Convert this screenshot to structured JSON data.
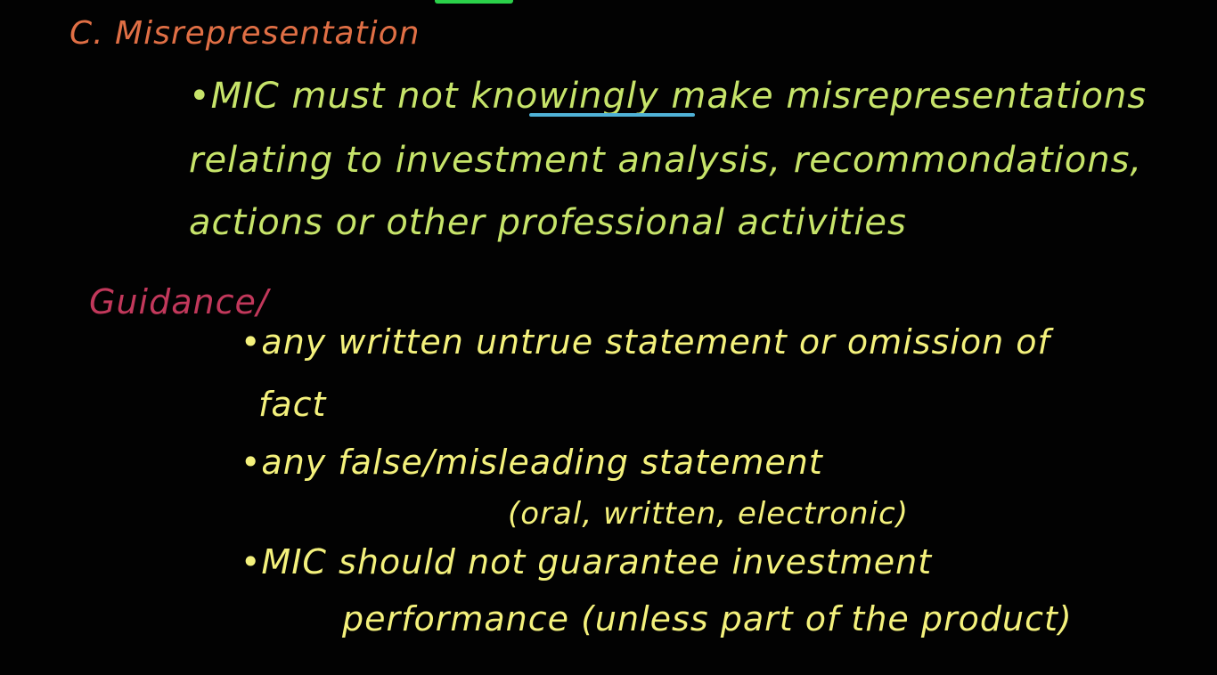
{
  "board": {
    "heading": "C. Misrepresentation",
    "standard_lines": [
      "•MIC must not knowingly make misrepresentations",
      "relating to investment analysis, recommondations,",
      "actions or other professional activities"
    ],
    "guidance_label": "Guidance/",
    "guidance_lines": [
      "•any written untrue statement or omission of",
      "fact",
      "•any false/misleading statement",
      "(oral, written, electronic)",
      "•MIC should not guarantee investment",
      "performance (unless part of the product)"
    ]
  },
  "colors": {
    "background": "#020202",
    "heading": "#e06f45",
    "standard_text": "#c7e46a",
    "underline": "#4fb2d7",
    "guidance_label": "#c2385b",
    "guidance_text": "#f4f17c"
  }
}
